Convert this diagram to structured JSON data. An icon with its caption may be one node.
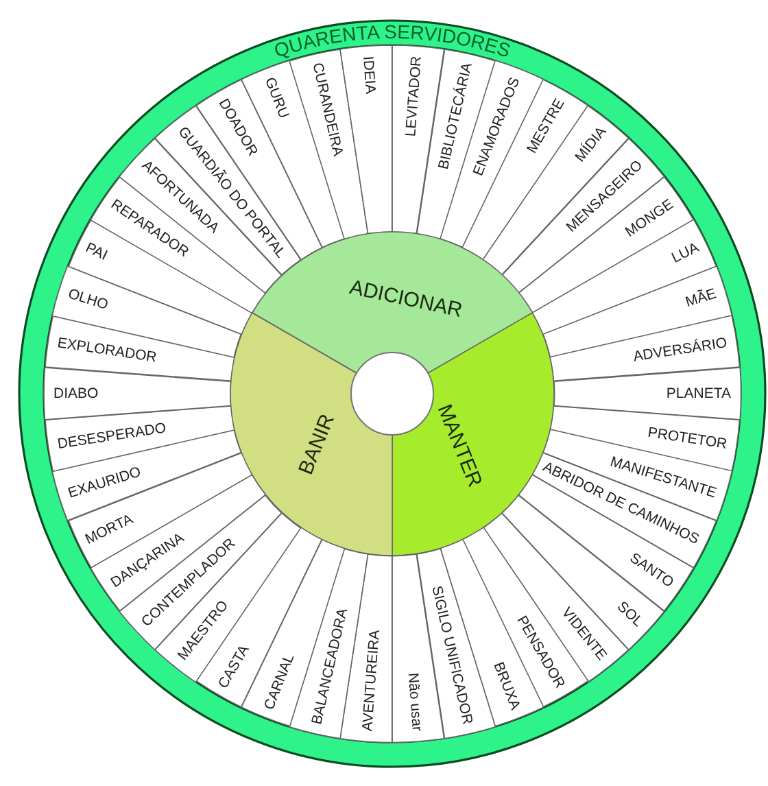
{
  "diagram": {
    "nodes": [
      {
        "text": [
          "QUARENTA SERVIDORES"
        ]
      },
      {
        "text": [
          "LEVITADOR"
        ],
        "in": 0
      },
      {
        "text": [
          "BIBLIOTECÁRIA"
        ],
        "in": 0
      },
      {
        "text": [
          "ENAMORADOS"
        ],
        "in": 0
      },
      {
        "text": [
          "MESTRE"
        ],
        "in": 0
      },
      {
        "text": [
          "MÍDIA"
        ],
        "in": 0
      },
      {
        "text": [
          "MENSAGEIRO"
        ],
        "in": 0
      },
      {
        "text": [
          "MONGE"
        ],
        "in": 0
      },
      {
        "text": [
          "LUA"
        ],
        "in": 0
      },
      {
        "text": [
          "MÃE"
        ],
        "in": 0
      },
      {
        "text": [
          "ADVERSÁRIO"
        ],
        "in": 0
      },
      {
        "text": [
          "PLANETA"
        ],
        "in": 0
      },
      {
        "text": [
          "PROTETOR"
        ],
        "in": 0
      },
      {
        "text": [
          "MANIFESTANTE"
        ],
        "in": 0
      },
      {
        "text": [
          "ABRIDOR DE CAMINHOS"
        ],
        "in": 0
      },
      {
        "text": [
          "SANTO"
        ],
        "in": 0
      },
      {
        "text": [
          "SOL"
        ],
        "in": 0
      },
      {
        "text": [
          "VIDENTE"
        ],
        "in": 0
      },
      {
        "text": [
          "PENSADOR"
        ],
        "in": 0
      },
      {
        "text": [
          "BRUXA"
        ],
        "in": 0
      },
      {
        "text": [
          "SIGILO UNIFICADOR"
        ],
        "in": 0
      },
      {
        "text": [
          "Não usar"
        ],
        "in": 0
      },
      {
        "text": [
          "AVENTUREIRA"
        ],
        "in": 0
      },
      {
        "text": [
          "BALANCEADORA"
        ],
        "in": 0
      },
      {
        "text": [
          "CARNAL"
        ],
        "in": 0
      },
      {
        "text": [
          "CASTA"
        ],
        "in": 0
      },
      {
        "text": [
          "MAESTRO"
        ],
        "in": 0
      },
      {
        "text": [
          "CONTEMPLADOR"
        ],
        "in": 0
      },
      {
        "text": [
          "DANÇARINA"
        ],
        "in": 0
      },
      {
        "text": [
          "MORTA"
        ],
        "in": 0
      },
      {
        "text": [
          "EXAURIDO"
        ],
        "in": 0
      },
      {
        "text": [
          "DESESPERADO"
        ],
        "in": 0
      },
      {
        "text": [
          "DIABO"
        ],
        "in": 0
      },
      {
        "text": [
          "EXPLORADOR"
        ],
        "in": 0
      },
      {
        "text": [
          "OLHO"
        ],
        "in": 0
      },
      {
        "text": [
          "PAI"
        ],
        "in": 0
      },
      {
        "text": [
          "REPARADOR"
        ],
        "in": 0
      },
      {
        "text": [
          "AFORTUNADA"
        ],
        "in": 0
      },
      {
        "text": [
          "GUARDIÃO DO PORTAL"
        ],
        "in": 0
      },
      {
        "text": [
          "DOADOR"
        ],
        "in": 0
      },
      {
        "text": [
          "GURU"
        ],
        "in": 0
      },
      {
        "text": [
          "CURANDEIRA"
        ],
        "in": 0
      },
      {
        "text": [
          "IDEIA"
        ],
        "in": 0
      },
      {
        "text": [
          "ADICIONAR"
        ],
        "in": 0
      },
      {
        "text": [
          "MANTER"
        ],
        "in": 0
      },
      {
        "text": [
          "BANIR"
        ],
        "in": 0
      }
    ]
  }
}
